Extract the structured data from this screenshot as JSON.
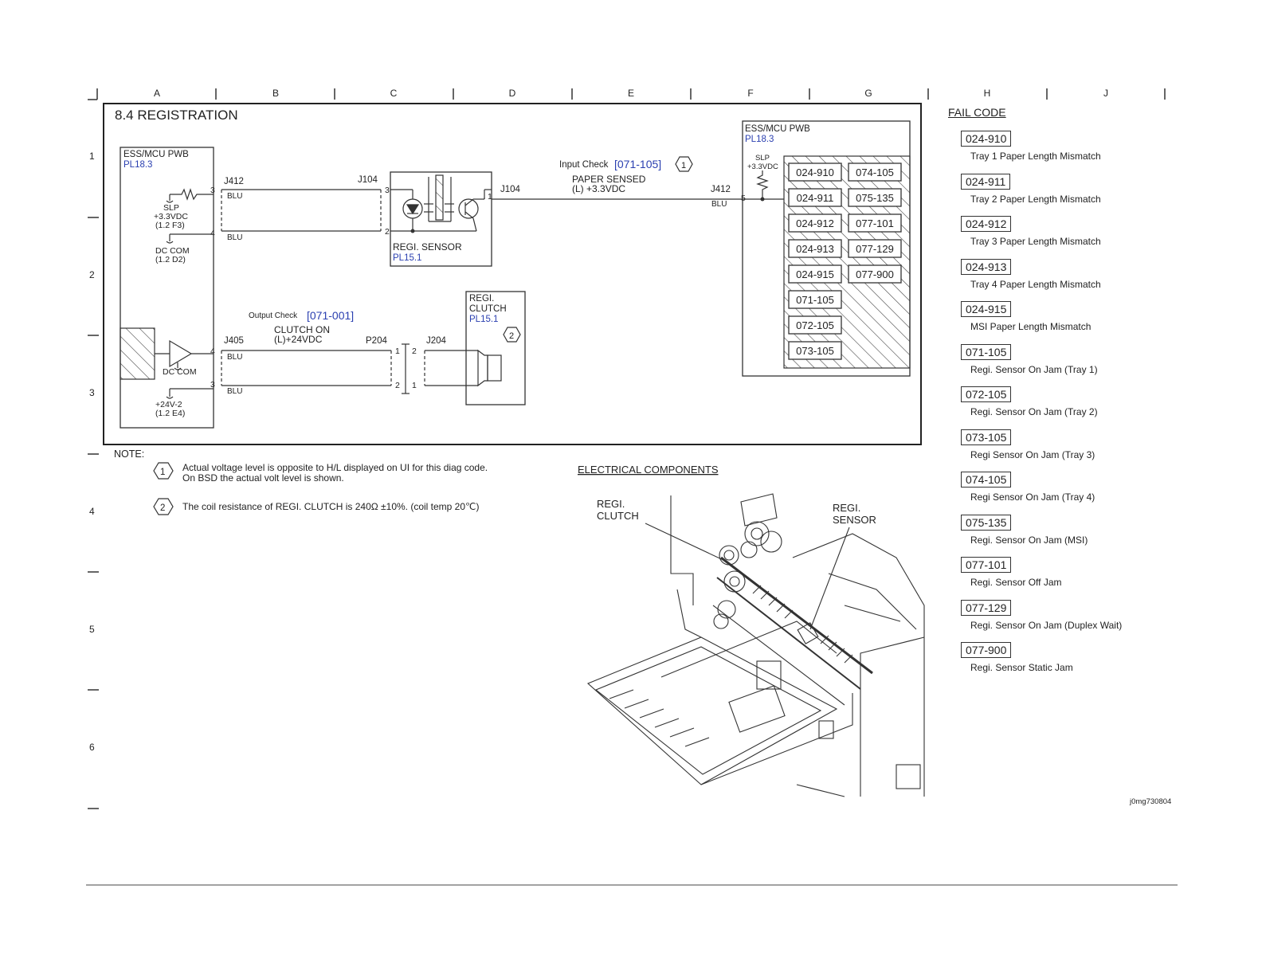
{
  "col_labels": [
    "A",
    "B",
    "C",
    "D",
    "E",
    "F",
    "G",
    "H",
    "J"
  ],
  "row_labels": [
    "1",
    "2",
    "3",
    "4",
    "5",
    "6"
  ],
  "title": "8.4 REGISTRATION",
  "left_pwb": {
    "name": "ESS/MCU PWB",
    "ref": "PL18.3"
  },
  "right_pwb": {
    "name": "ESS/MCU PWB",
    "ref": "PL18.3"
  },
  "slp_left": [
    "SLP",
    "+3.3VDC",
    "(1.2 F3)"
  ],
  "dc_com_left": [
    "DC COM",
    "(1.2 D2)"
  ],
  "dc_com_amp": "DC COM",
  "v24": [
    "+24V-2",
    "(1.2 E4)"
  ],
  "connectors": {
    "j412": "J412",
    "j104a": "J104",
    "j104b": "J104",
    "j412r": "J412",
    "j405": "J405",
    "p204": "P204",
    "j204": "J204"
  },
  "wire_color": "BLU",
  "pins": {
    "p3": "3",
    "p4": "4",
    "p2": "2",
    "p1": "1",
    "p5": "5"
  },
  "input_check": {
    "label": "Input Check",
    "code": "[071-105]",
    "note": "1",
    "signal": [
      "PAPER SENSED",
      "(L) +3.3VDC"
    ]
  },
  "output_check": {
    "label": "Output Check",
    "code": "[071-001]",
    "signal": [
      "CLUTCH ON",
      "(L)+24VDC"
    ]
  },
  "regi_sensor": {
    "name": "REGI. SENSOR",
    "ref": "PL15.1"
  },
  "regi_clutch": {
    "name": [
      "REGI.",
      "CLUTCH"
    ],
    "ref": "PL15.1",
    "note": "2"
  },
  "slp_right": [
    "SLP",
    "+3.3VDC"
  ],
  "grid_codes": [
    "024-910",
    "074-105",
    "024-911",
    "075-135",
    "024-912",
    "077-101",
    "024-913",
    "077-129",
    "024-915",
    "077-900",
    "071-105",
    "072-105",
    "073-105"
  ],
  "note_title": "NOTE:",
  "notes": [
    {
      "num": "1",
      "lines": [
        "Actual voltage level is opposite to H/L displayed on UI for this diag code.",
        "On BSD the actual volt level is shown."
      ]
    },
    {
      "num": "2",
      "lines": [
        "The coil resistance of REGI. CLUTCH is 240Ω ±10%. (coil temp 20℃)"
      ]
    }
  ],
  "elec_title": "ELECTRICAL COMPONENTS",
  "elec_labels": {
    "clutch": [
      "REGI.",
      "CLUTCH"
    ],
    "sensor": [
      "REGI.",
      "SENSOR"
    ]
  },
  "fail_code_title": "FAIL CODE",
  "fail_codes": [
    {
      "code": "024-910",
      "desc": "Tray 1 Paper Length Mismatch"
    },
    {
      "code": "024-911",
      "desc": "Tray 2 Paper Length Mismatch"
    },
    {
      "code": "024-912",
      "desc": "Tray 3 Paper Length Mismatch"
    },
    {
      "code": "024-913",
      "desc": "Tray 4 Paper Length Mismatch"
    },
    {
      "code": "024-915",
      "desc": "MSI Paper Length Mismatch"
    },
    {
      "code": "071-105",
      "desc": "Regi. Sensor On Jam (Tray 1)"
    },
    {
      "code": "072-105",
      "desc": "Regi. Sensor On Jam (Tray 2)"
    },
    {
      "code": "073-105",
      "desc": "Regi Sensor On Jam (Tray 3)"
    },
    {
      "code": "074-105",
      "desc": "Regi Sensor On Jam (Tray 4)"
    },
    {
      "code": "075-135",
      "desc": "Regi. Sensor On Jam (MSI)"
    },
    {
      "code": "077-101",
      "desc": "Regi. Sensor Off Jam"
    },
    {
      "code": "077-129",
      "desc": "Regi. Sensor On Jam (Duplex Wait)"
    },
    {
      "code": "077-900",
      "desc": "Regi. Sensor Static Jam"
    }
  ],
  "image_id": "j0mg730804",
  "colors": {
    "ref_blue": "#2a3fb0",
    "line": "#333333"
  }
}
